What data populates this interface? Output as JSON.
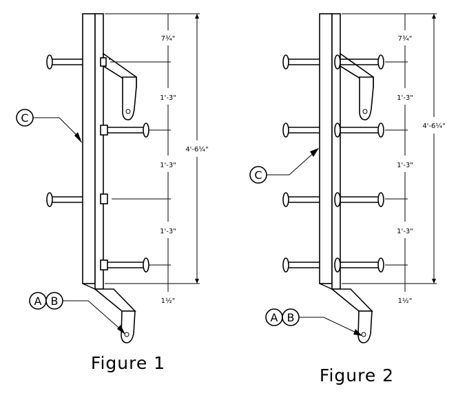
{
  "figures": [
    {
      "caption": "Figure 1",
      "label_c": "C",
      "label_a": "A",
      "label_b": "B",
      "dims": [
        "7¾\"",
        "1'-3\"",
        "1'-3\"",
        "1'-3\"",
        "1½\""
      ],
      "overall": "4'-6¼\""
    },
    {
      "caption": "Figure 2",
      "label_c": "C",
      "label_a": "A",
      "label_b": "B",
      "dims": [
        "7¾\"",
        "1'-3\"",
        "1'-3\"",
        "1'-3\"",
        "1½\""
      ],
      "overall": "4'-6¼\""
    }
  ]
}
